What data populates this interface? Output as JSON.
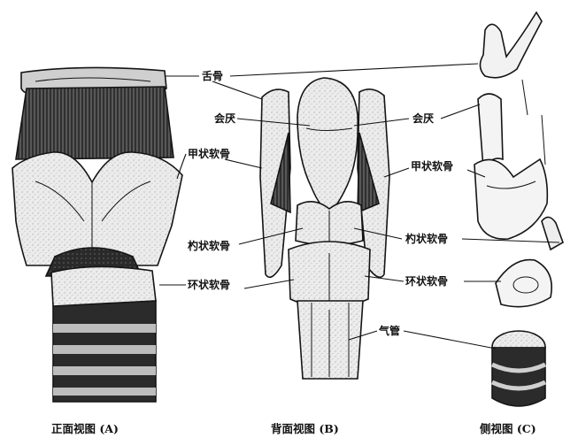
{
  "labels": {
    "hyoid": "舌骨",
    "epiglottis_left": "会厌",
    "epiglottis_right": "会厌",
    "thyroid_left": "甲状软骨",
    "thyroid_right": "甲状软骨",
    "arytenoid_left": "杓状软骨",
    "arytenoid_right": "杓状软骨",
    "cricoid_left": "环状软骨",
    "cricoid_right": "环状软骨",
    "trachea": "气管"
  },
  "captions": {
    "front": "正面视图 (A)",
    "back": "背面视图 (B)",
    "side": "侧视图 (C)"
  },
  "icons": {
    "front": "larynx-front-view-drawing",
    "back": "larynx-back-view-drawing",
    "side": "larynx-side-view-drawing"
  },
  "colors": {
    "ink": "#151515",
    "cartilage": "#e6e6e6",
    "muscle": "#3a3a3a",
    "paper": "#ffffff"
  }
}
